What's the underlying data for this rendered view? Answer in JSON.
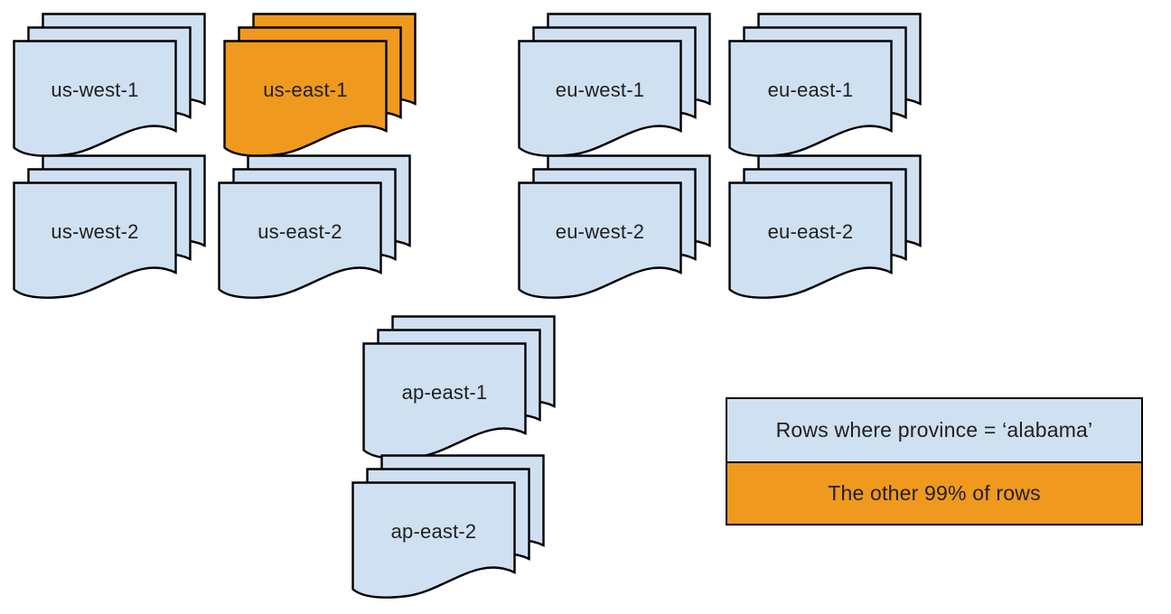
{
  "diagram": {
    "stacks": [
      {
        "label": "us-west-1",
        "highlighted": false
      },
      {
        "label": "us-east-1",
        "highlighted": true
      },
      {
        "label": "eu-west-1",
        "highlighted": false
      },
      {
        "label": "eu-east-1",
        "highlighted": false
      },
      {
        "label": "us-west-2",
        "highlighted": false
      },
      {
        "label": "us-east-2",
        "highlighted": false
      },
      {
        "label": "eu-west-2",
        "highlighted": false
      },
      {
        "label": "eu-east-2",
        "highlighted": false
      },
      {
        "label": "ap-east-1",
        "highlighted": false
      },
      {
        "label": "ap-east-2",
        "highlighted": false
      }
    ],
    "legend": {
      "rows": [
        {
          "label": "Rows where province = ‘alabama’",
          "color": "#cfe0f1"
        },
        {
          "label": "The other 99% of rows",
          "color": "#f0991f"
        }
      ]
    },
    "colors": {
      "doc_fill": "#cfe0f1",
      "highlight_fill": "#f0991f",
      "stroke": "#000000",
      "canvas_bg": "#ffffff"
    }
  }
}
